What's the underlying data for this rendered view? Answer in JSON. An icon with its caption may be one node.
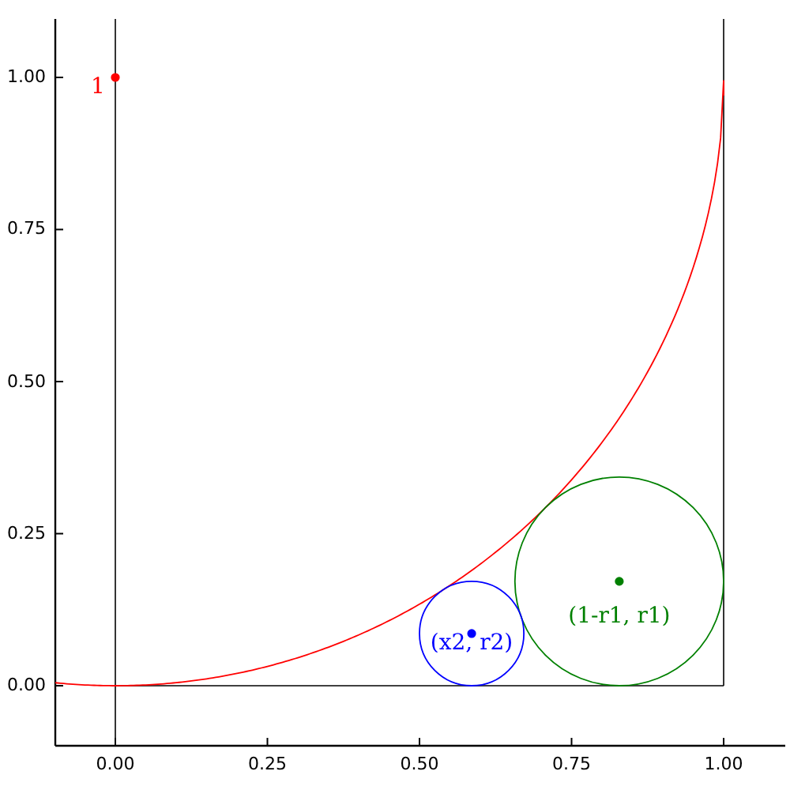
{
  "diagram": {
    "labels": [
      "1.00",
      "1",
      "0.75",
      "0.50",
      "0.25",
      "(1-r1, r1)",
      "(x2, r2)",
      "0.00",
      "0.00",
      "0.25",
      "0.50",
      "0.75",
      "1.00"
    ]
  }
}
